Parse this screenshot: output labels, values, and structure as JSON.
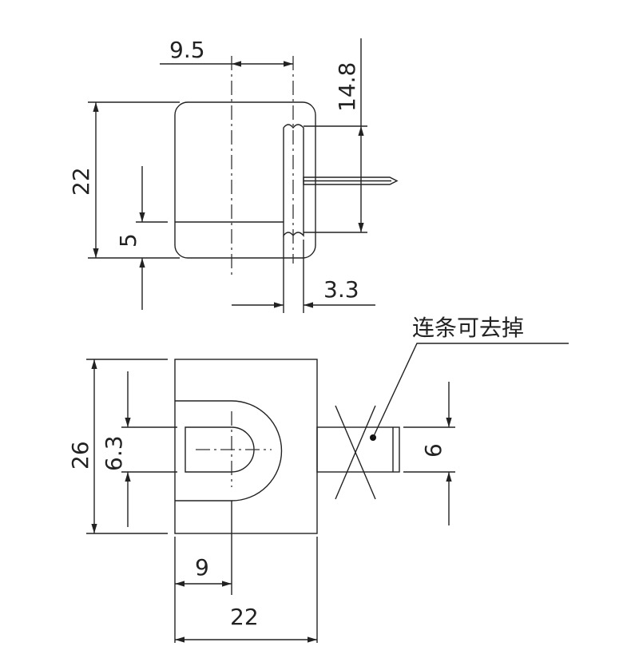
{
  "top_view": {
    "dims": {
      "width_offset": "9.5",
      "slot_height": "14.8",
      "height": "22",
      "lower_band": "5",
      "groove_width": "3.3"
    }
  },
  "front_view": {
    "dims": {
      "height": "26",
      "slot_height": "6.3",
      "pin_height": "6",
      "slot_offset": "9",
      "width": "22"
    },
    "note": "连条可去掉"
  },
  "colors": {
    "body_fill": "#e6e6e6",
    "line": "#222222"
  }
}
